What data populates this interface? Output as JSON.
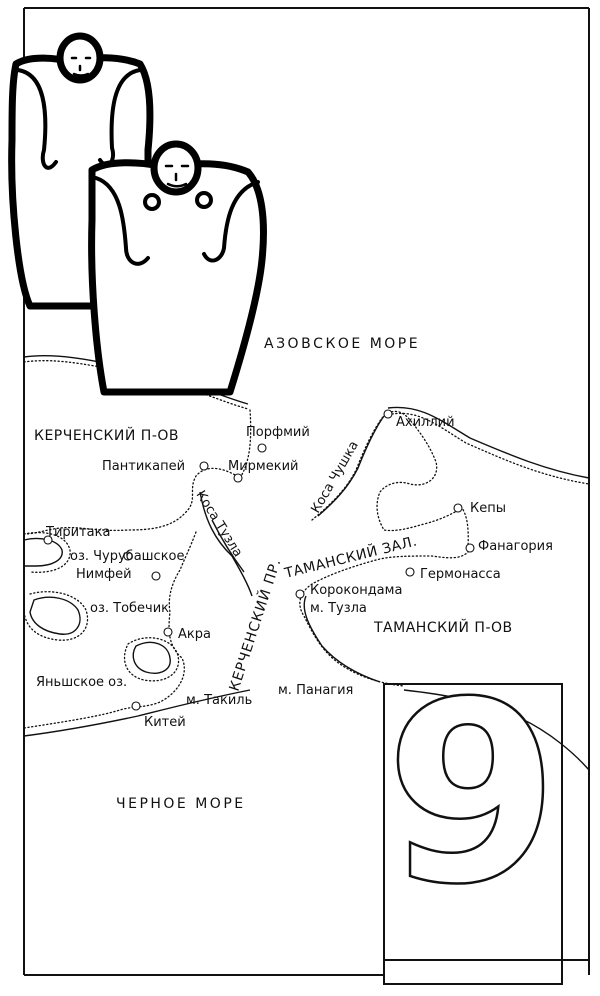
{
  "seas": {
    "azov": "АЗОВСКОЕ МОРЕ",
    "black": "ЧЕРНОЕ МОРЕ"
  },
  "regions": {
    "kerch_peninsula": "КЕРЧЕНСКИЙ П-ОВ",
    "taman_peninsula": "ТАМАНСКИЙ П-ОВ",
    "taman_bay": "ТАМАНСКИЙ ЗАЛ.",
    "kerch_strait": "КЕРЧЕНСКИЙ ПР."
  },
  "spits": {
    "tuzla": "Коса Тузла",
    "chushka": "Коса Чушка"
  },
  "places": {
    "porfmiy": "Порфмий",
    "akhilliy": "Ахиллий",
    "pantikapey": "Пантикапей",
    "mirmekiy": "Мирмекий",
    "tiritaka": "Тиритака",
    "kepy": "Кепы",
    "fanagoriya": "Фанагория",
    "germonassa": "Гермонасса",
    "korokondama": "Корокондама",
    "nimfey": "Нимфей",
    "akra": "Акра",
    "kitey": "Китей"
  },
  "lakes": {
    "churubashskoe": "оз. Чурубашское",
    "tobechik": "оз. Тобечик",
    "yanyshskoe": "Яньшское оз."
  },
  "capes": {
    "tuzla": "м. Тузла",
    "takil": "м. Такиль",
    "panagiya": "м. Панагия"
  },
  "page_number": "9"
}
